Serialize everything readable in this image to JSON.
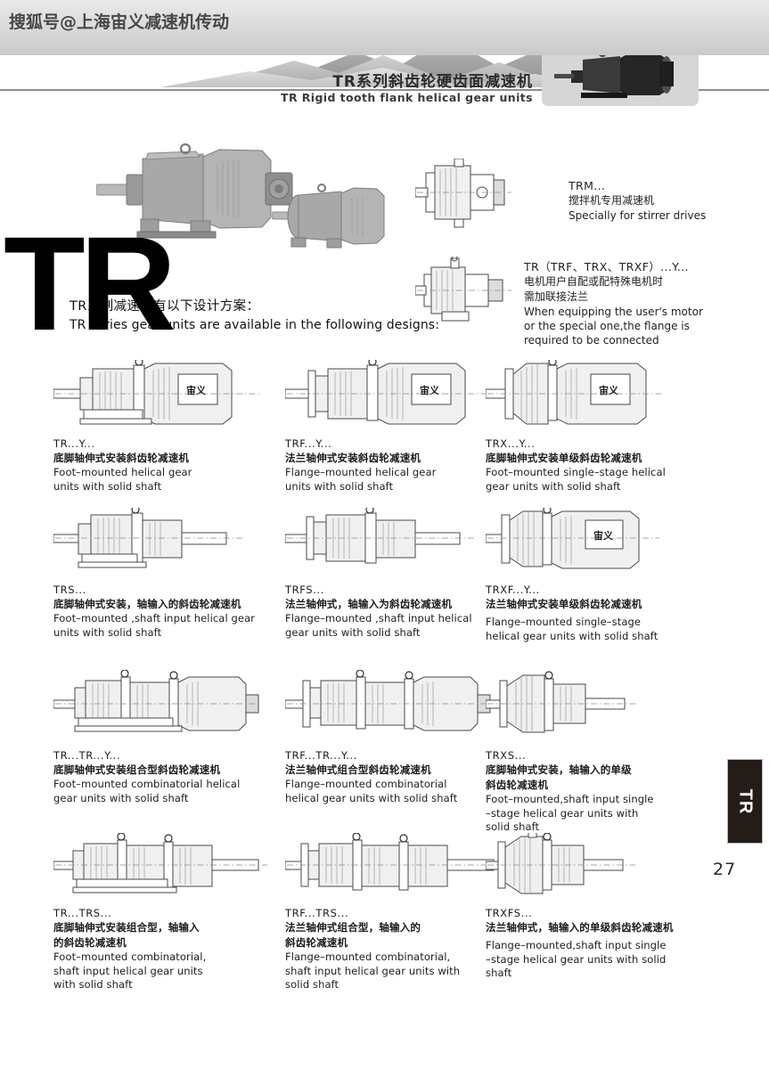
{
  "watermark": {
    "top_text": "搜狐号@上海宙义减速机传动",
    "big_text": "TR"
  },
  "masthead": {
    "title_cn": "TR系列斜齿轮硬齿面减速机",
    "title_en": "TR Rigid tooth flank helical gear units"
  },
  "notes": [
    {
      "code": "TRM...",
      "cn": "搅拌机专用减速机",
      "en_lines": [
        "Specially for stirrer drives"
      ]
    },
    {
      "code": "TR（TRF、TRX、TRXF）...Y...",
      "cn_lines": [
        "电机用户自配或配特殊电机时",
        "需加联接法兰"
      ],
      "en_lines": [
        "When equipping the user's motor",
        "or the special one,the flange is",
        "required to be connected"
      ]
    }
  ],
  "intro": {
    "cn": "TR系列减速机有以下设计方案：",
    "en": "TR series gear units are available in the following designs:"
  },
  "designs": [
    {
      "code": "TR...Y...",
      "cn_lines": [
        "底脚轴伸式安装斜齿轮减速机"
      ],
      "en_lines": [
        "Foot–mounted helical gear",
        "units with solid shaft"
      ],
      "brand": "宙义"
    },
    {
      "code": "TRF...Y...",
      "cn_lines": [
        "法兰轴伸式安装斜齿轮减速机"
      ],
      "en_lines": [
        "Flange–mounted helical gear",
        "units with solid shaft"
      ],
      "brand": "宙义"
    },
    {
      "code": "TRX...Y...",
      "cn_lines": [
        "底脚轴伸式安装单级斜齿轮减速机"
      ],
      "en_lines": [
        "Foot–mounted single–stage helical",
        " gear units with solid shaft"
      ],
      "brand": "宙义"
    },
    {
      "code": "TRS...",
      "cn_lines": [
        "底脚轴伸式安装，轴输入的斜齿轮减速机"
      ],
      "en_lines": [
        "Foot–mounted ,shaft input helical gear",
        "units with solid shaft"
      ],
      "brand": ""
    },
    {
      "code": "TRFS...",
      "cn_lines": [
        "法兰轴伸式，轴输入为斜齿轮减速机"
      ],
      "en_lines": [
        "Flange–mounted ,shaft input helical",
        "gear units with solid shaft"
      ],
      "brand": ""
    },
    {
      "code": "TRXF...Y...",
      "cn_lines": [
        "法兰轴伸式安装单级斜齿轮减速机"
      ],
      "en_lines": [
        "Flange–mounted single–stage",
        "helical gear units with solid shaft"
      ],
      "brand": "宙义"
    },
    {
      "code": "TR...TR...Y...",
      "cn_lines": [
        "底脚轴伸式安装组合型斜齿轮减速机"
      ],
      "en_lines": [
        "Foot–mounted combinatorial helical",
        "gear units with solid shaft"
      ],
      "brand": ""
    },
    {
      "code": "TRF...TR...Y...",
      "cn_lines": [
        "法兰轴伸式组合型斜齿轮减速机"
      ],
      "en_lines": [
        "Flange–mounted combinatorial",
        "helical gear units with solid shaft"
      ],
      "brand": ""
    },
    {
      "code": "TRXS...",
      "cn_lines": [
        "底脚轴伸式安装，轴输入的单级",
        "斜齿轮减速机"
      ],
      "en_lines": [
        "Foot–mounted,shaft input single",
        "–stage  helical gear units with",
        "solid shaft"
      ],
      "brand": ""
    },
    {
      "code": "TR...TRS...",
      "cn_lines": [
        "底脚轴伸式安装组合型，轴输入",
        "的斜齿轮减速机"
      ],
      "en_lines": [
        "Foot–mounted combinatorial,",
        "shaft input helical gear units",
        "with solid shaft"
      ],
      "brand": ""
    },
    {
      "code": "TRF...TRS...",
      "cn_lines": [
        "法兰轴伸式组合型，轴输入的",
        "斜齿轮减速机"
      ],
      "en_lines": [
        "Flange–mounted combinatorial,",
        "shaft input helical gear units with",
        " solid shaft"
      ],
      "brand": ""
    },
    {
      "code": "TRXFS...",
      "cn_lines": [
        "法兰轴伸式，轴输入的单级斜齿轮减速机"
      ],
      "en_lines": [
        "Flange–mounted,shaft input single",
        "–stage  helical gear units with solid",
        "shaft"
      ],
      "brand": ""
    }
  ],
  "side_tab": {
    "label": "TR"
  },
  "page_number": "27"
}
